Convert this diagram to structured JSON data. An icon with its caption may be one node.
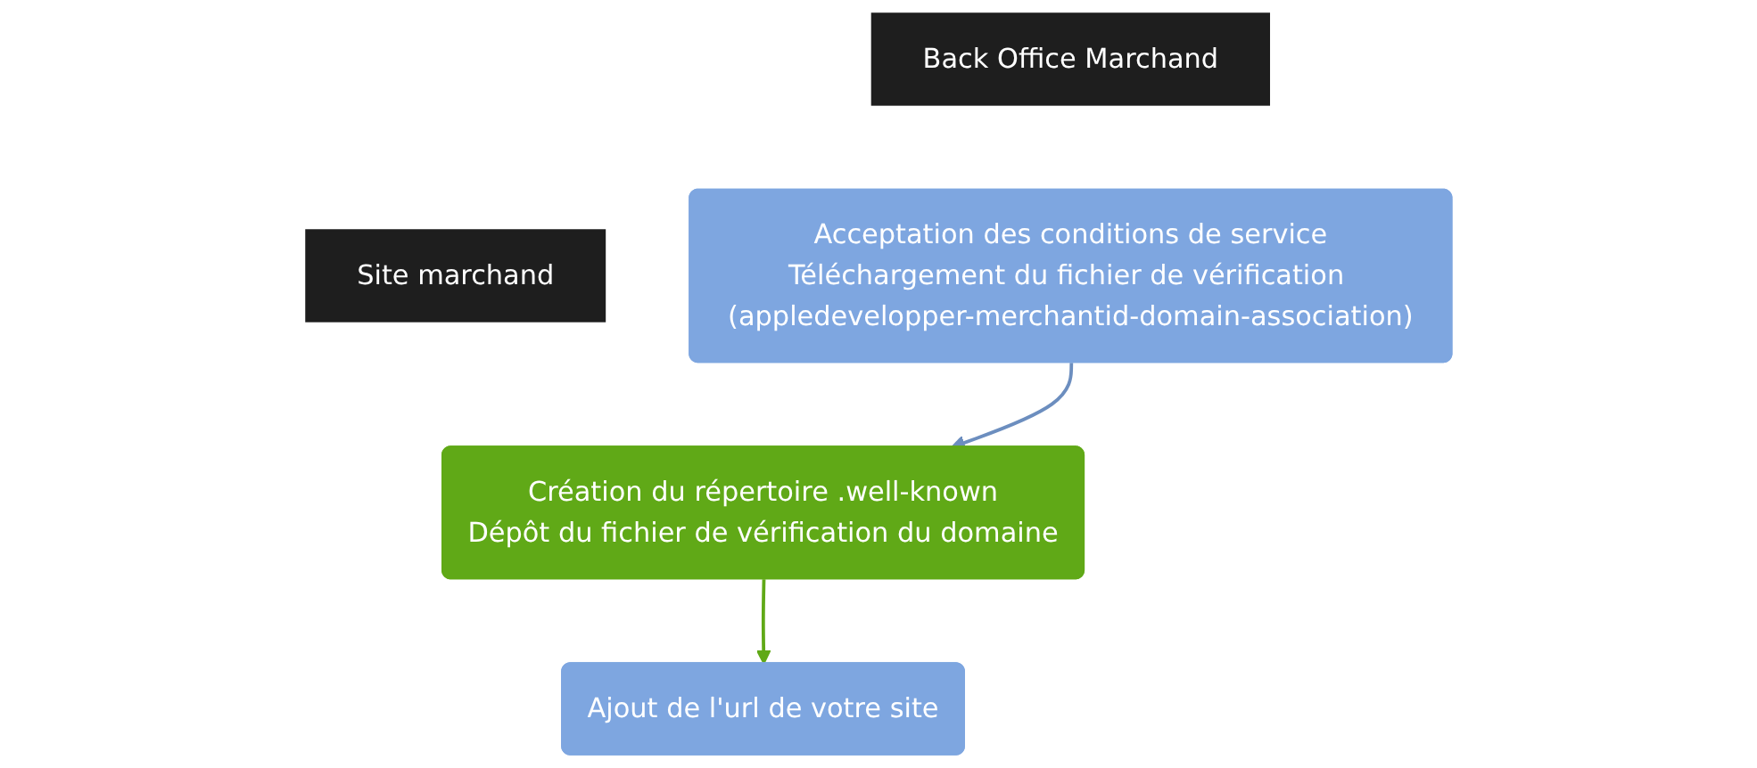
{
  "diagram": {
    "nodes": [
      {
        "text": [
          "Back Office Marchand"
        ]
      },
      {
        "text": [
          "Site marchand"
        ]
      },
      {
        "text": [
          "Acceptation des conditions de service",
          "Téléchargement du fichier de vérification (appledevelopper-merchantid-domain-association)"
        ]
      },
      {
        "text": [
          "Création du répertoire .well-known",
          "Dépôt du fichier de vérification du domaine"
        ]
      },
      {
        "text": [
          "Ajout de l'url de votre site"
        ]
      }
    ],
    "edges": [
      {
        "from": 2,
        "to": 3,
        "arrow": "to",
        "color": "#6c8ebf"
      },
      {
        "from": 3,
        "to": 4,
        "arrow": "to",
        "color": "#60a917"
      }
    ]
  }
}
